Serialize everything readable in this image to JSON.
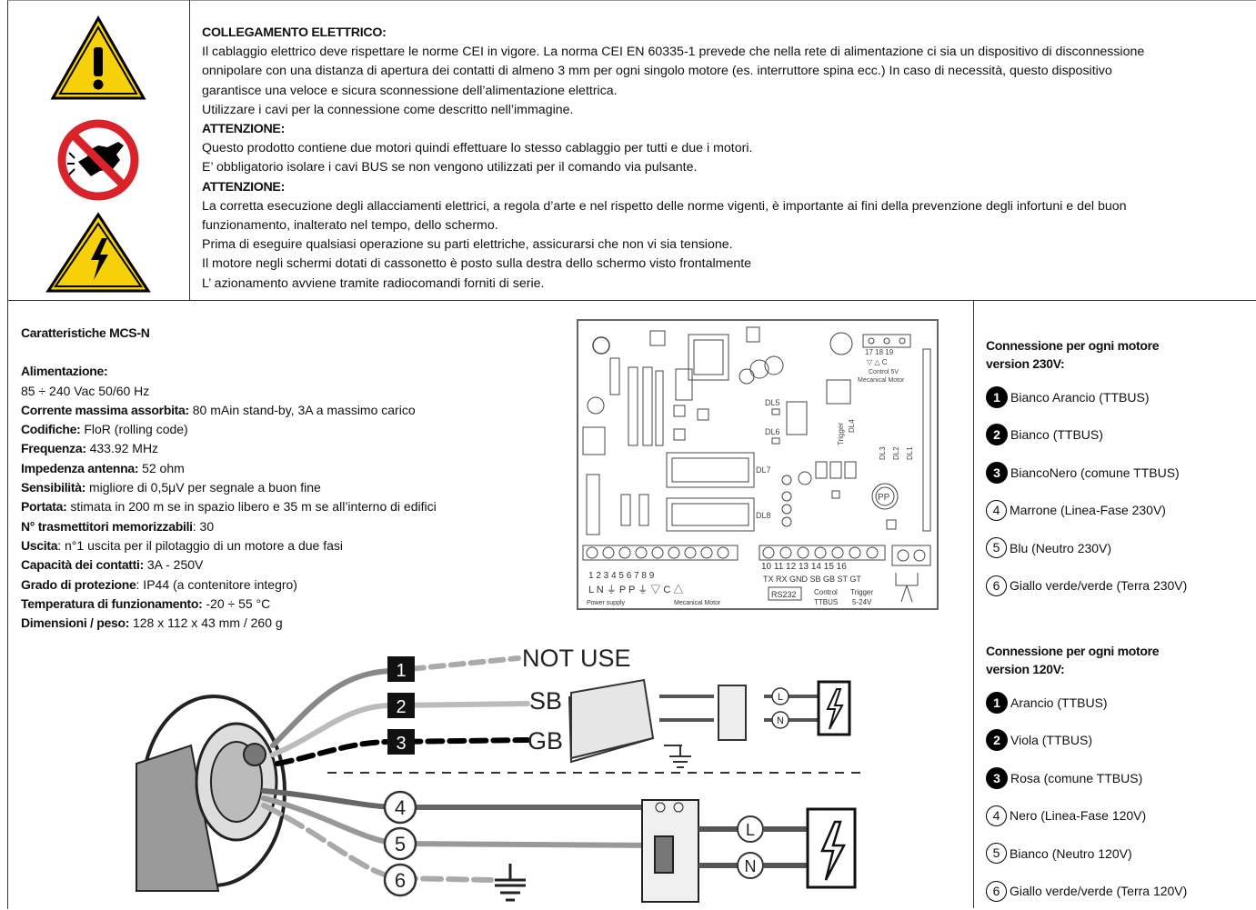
{
  "warning": {
    "h1": "COLLEGAMENTO ELETTRICO:",
    "p1": "Il cablaggio elettrico deve rispettare le norme CEI in vigore. La norma CEI EN 60335-1 prevede che nella rete di alimentazione ci sia un dispositivo di disconnessione",
    "p2": "onnipolare con una distanza di apertura dei contatti di almeno 3 mm per ogni singolo motore (es. interruttore spina ecc.) In caso di necessità, questo dispositivo",
    "p3": "garantisce una veloce e sicura sconnessione dell’alimentazione elettrica.",
    "p4": "Utilizzare i cavi per la connessione come descritto nell’immagine.",
    "h2": "ATTENZIONE:",
    "p5": "Questo prodotto contiene due motori quindi effettuare lo stesso cablaggio per tutti e due i motori.",
    "p6": "E’ obbligatorio isolare i cavi BUS se non vengono utilizzati per il comando via pulsante.",
    "h3": "ATTENZIONE:",
    "p7": "La corretta esecuzione degli allacciamenti elettrici, a regola d’arte e nel rispetto delle norme vigenti, è importante ai fini della prevenzione degli infortuni e del buon",
    "p8": "funzionamento, inalterato nel tempo, dello schermo.",
    "p9": "Prima di eseguire qualsiasi operazione su parti elettriche, assicurarsi che non vi sia tensione.",
    "p10": "Il motore negli schermi dotati di cassonetto è posto sulla destra dello schermo visto frontalmente",
    "p11": "L’ azionamento avviene tramite  radiocomandi forniti di serie."
  },
  "specs": {
    "title": "Caratteristiche MCS-N",
    "alim_label": "Alimentazione:",
    "alim_value": "85 ÷ 240 Vac 50/60 Hz",
    "rows": [
      {
        "label": "Corrente massima assorbita:",
        "value": " 80 mAin stand-by, 3A a massimo carico"
      },
      {
        "label": "Codifiche:",
        "value": " FloR (rolling code)"
      },
      {
        "label": "Frequenza:",
        "value": " 433.92 MHz"
      },
      {
        "label": "Impedenza antenna:",
        "value": " 52 ohm"
      },
      {
        "label": "Sensibilità:",
        "value": " migliore di 0,5μV per segnale a buon fine"
      },
      {
        "label": "Portata:",
        "value": " stimata in 200 m se in spazio libero e 35 m se all’interno di edifici"
      },
      {
        "label": "N° trasmettitori memorizzabili",
        "value": ": 30"
      },
      {
        "label": "Uscita",
        "value": ": n°1 uscita per il pilotaggio di un motore a due fasi"
      },
      {
        "label": "Capacità dei contatti:",
        "value": " 3A - 250V"
      },
      {
        "label": "Grado di protezione",
        "value": ": IP44 (a contenitore integro)"
      },
      {
        "label": "Temperatura di funzionamento:",
        "value": " -20 ÷ 55 °C"
      },
      {
        "label": "Dimensioni / peso:",
        "value": " 128 x 112 x 43 mm / 260 g"
      }
    ]
  },
  "conn230": {
    "title1": "Connessione per ogni motore",
    "title2": "version 230V:",
    "items": [
      {
        "n": "1",
        "label": "Bianco Arancio (TTBUS)"
      },
      {
        "n": "2",
        "label": "Bianco (TTBUS)"
      },
      {
        "n": "3",
        "label": "BiancoNero (comune TTBUS)"
      },
      {
        "n": "4",
        "label": "Marrone (Linea-Fase 230V)"
      },
      {
        "n": "5",
        "label": "Blu (Neutro 230V)"
      },
      {
        "n": "6",
        "label": "Giallo verde/verde (Terra 230V)"
      }
    ]
  },
  "conn120": {
    "title1": "Connessione per ogni motore",
    "title2": " version 120V:",
    "items": [
      {
        "n": "1",
        "label": "Arancio (TTBUS)"
      },
      {
        "n": "2",
        "label": "Viola (TTBUS)"
      },
      {
        "n": "3",
        "label": "Rosa (comune TTBUS)"
      },
      {
        "n": "4",
        "label": "Nero (Linea-Fase 120V)"
      },
      {
        "n": "5",
        "label": "Bianco (Neutro 120V)"
      },
      {
        "n": "6",
        "label": "Giallo verde/verde (Terra 120V)"
      }
    ]
  },
  "pcb": {
    "nums1": "1  2  3  4  5  6  7  8  9",
    "nums2": "10 11 12 13 14 15 16",
    "row1": "L  N  ⏚  P  P  ⏚  ▽  C  △",
    "row2": "TX RX GND SB GB ST GT",
    "power": "Power supply",
    "mech": "Mecanical  Motor",
    "rs": "RS232",
    "control": "Control",
    "ttbus": "TTBUS",
    "trigger": "Trigger",
    "volt": "5-24V",
    "top_nums": "17 18 19",
    "top_sym": "▽  △  C",
    "ctrl5": "Control 5V",
    "mecmot": "Mecanical Motor",
    "dl5": "DL5",
    "dl6": "DL6",
    "dl7": "DL7",
    "dl8": "DL8",
    "dl3": "DL3",
    "dl2": "DL2",
    "dl1": "DL1",
    "dl4": "DL4",
    "trig": "Trigger",
    "pp": "PP"
  },
  "wiring": {
    "w1": "1",
    "w2": "2",
    "w3": "3",
    "notuse": "NOT USE",
    "sb": "SB",
    "gb": "GB",
    "c4": "4",
    "c5": "5",
    "c6": "6",
    "L": "L",
    "N": "N"
  },
  "colors": {
    "warn_yellow": "#f6d10a",
    "prohibit_red": "#d8232a"
  }
}
